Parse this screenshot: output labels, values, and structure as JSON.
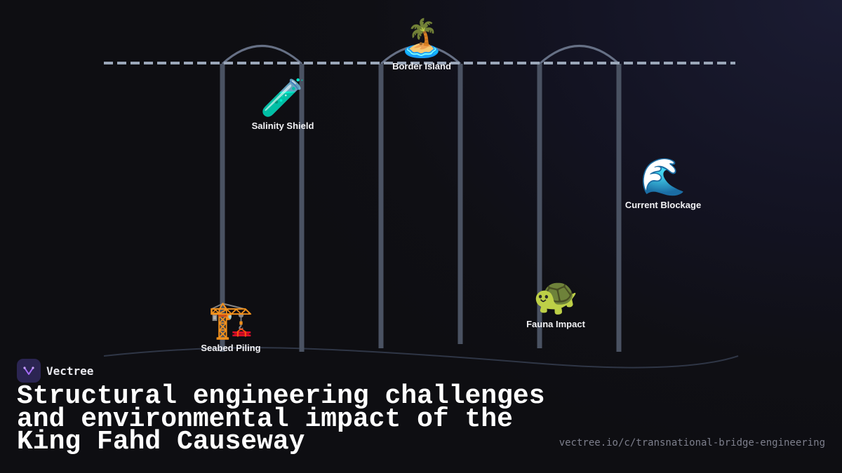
{
  "diagram": {
    "nodes": [
      {
        "id": "border-island",
        "label": "Border Island",
        "icon": "palm-island-icon",
        "glyph": "🏝️"
      },
      {
        "id": "salinity-shield",
        "label": "Salinity Shield",
        "icon": "test-tube-icon",
        "glyph": "🧪"
      },
      {
        "id": "current-blockage",
        "label": "Current Blockage",
        "icon": "wave-icon",
        "glyph": "🌊"
      },
      {
        "id": "fauna-impact",
        "label": "Fauna Impact",
        "icon": "turtle-icon",
        "glyph": "🐢"
      },
      {
        "id": "seabed-piling",
        "label": "Seabed Piling",
        "icon": "construction-crane-icon",
        "glyph": "🏗️"
      }
    ],
    "colors": {
      "pillar": "#4a5262",
      "deck": "#9aa6b8",
      "arch": "#667085",
      "seabed": "#2f3646"
    }
  },
  "brand": {
    "name": "Vectree",
    "logo_icon": "vectree-logo-icon",
    "logo_color": "#a66cff"
  },
  "title": "Structural engineering challenges and environmental impact of the King Fahd Causeway",
  "url": "vectree.io/c/transnational-bridge-engineering"
}
